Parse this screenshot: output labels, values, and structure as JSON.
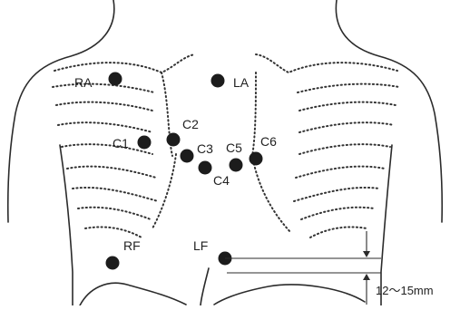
{
  "electrodes": [
    {
      "id": "RA",
      "label": "RA",
      "color": "#1c1c1c"
    },
    {
      "id": "LA",
      "label": "LA",
      "color": "#1c1c1c"
    },
    {
      "id": "C1",
      "label": "C1",
      "color": "#1c1c1c"
    },
    {
      "id": "C2",
      "label": "C2",
      "color": "#1c1c1c"
    },
    {
      "id": "C3",
      "label": "C3",
      "color": "#1c1c1c"
    },
    {
      "id": "C4",
      "label": "C4",
      "color": "#1c1c1c"
    },
    {
      "id": "C5",
      "label": "C5",
      "color": "#1c1c1c"
    },
    {
      "id": "C6",
      "label": "C6",
      "color": "#1c1c1c"
    },
    {
      "id": "RF",
      "label": "RF",
      "color": "#1c1c1c"
    },
    {
      "id": "LF",
      "label": "LF",
      "color": "#1c1c1c"
    }
  ],
  "dimension": {
    "label": "12〜15mm"
  }
}
